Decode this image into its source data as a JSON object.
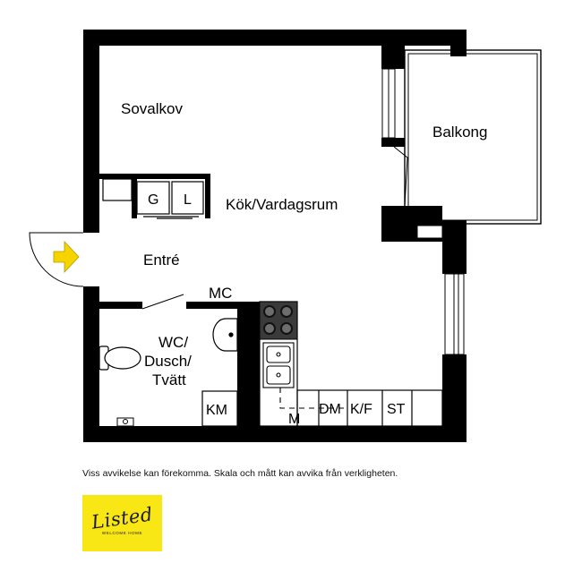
{
  "rooms": {
    "sovalkov": "Sovalkov",
    "balkong": "Balkong",
    "kok": "Kök/Vardagsrum",
    "entre": "Entré",
    "mc": "MC",
    "wc_line1": "WC/",
    "wc_line2": "Dusch/",
    "wc_line3": "Tvätt"
  },
  "fixtures": {
    "g": "G",
    "l": "L",
    "km": "KM",
    "m": "M",
    "dm": "DM",
    "kf": "K/F",
    "st": "ST"
  },
  "disclaimer": "Viss avvikelse kan förekomma. Skala och mått kan avvika från verkligheten.",
  "logo": {
    "word": "Listed",
    "tagline": "WELCOME HOME",
    "background": "#f9e715"
  },
  "colors": {
    "wall": "#000000",
    "entry_arrow": "#f5d400",
    "stove": "#3a3a3a"
  }
}
